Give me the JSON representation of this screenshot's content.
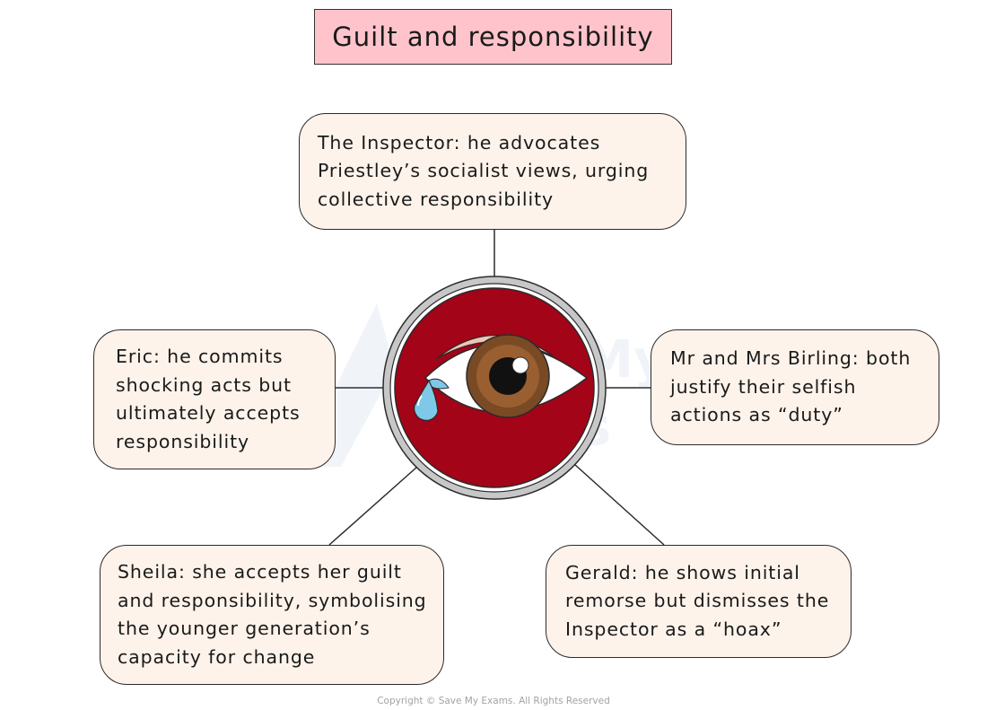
{
  "title": "Guilt and responsibility",
  "nodes": {
    "inspector": "The Inspector: he advocates Priestley’s socialist views, urging collective responsibility",
    "eric": "Eric: he commits shocking acts but ultimately accepts responsibility",
    "birling": "Mr and Mrs Birling: both justify their selfish actions as “duty”",
    "sheila": "Sheila: she accepts her guilt and responsibility, symbolising the younger generation’s capacity for change",
    "gerald": "Gerald: he shows initial remorse but dismisses the Inspector as a “hoax”"
  },
  "center_icon": "crying-eye-icon",
  "colors": {
    "title_fill": "#ffc4cb",
    "node_fill": "#fdf3eb",
    "circle_fill": "#a30417",
    "iris": "#7a4a24",
    "tear": "#7fc9e8"
  },
  "watermark": "Save My Exams",
  "copyright": "Copyright © Save My Exams. All Rights Reserved"
}
